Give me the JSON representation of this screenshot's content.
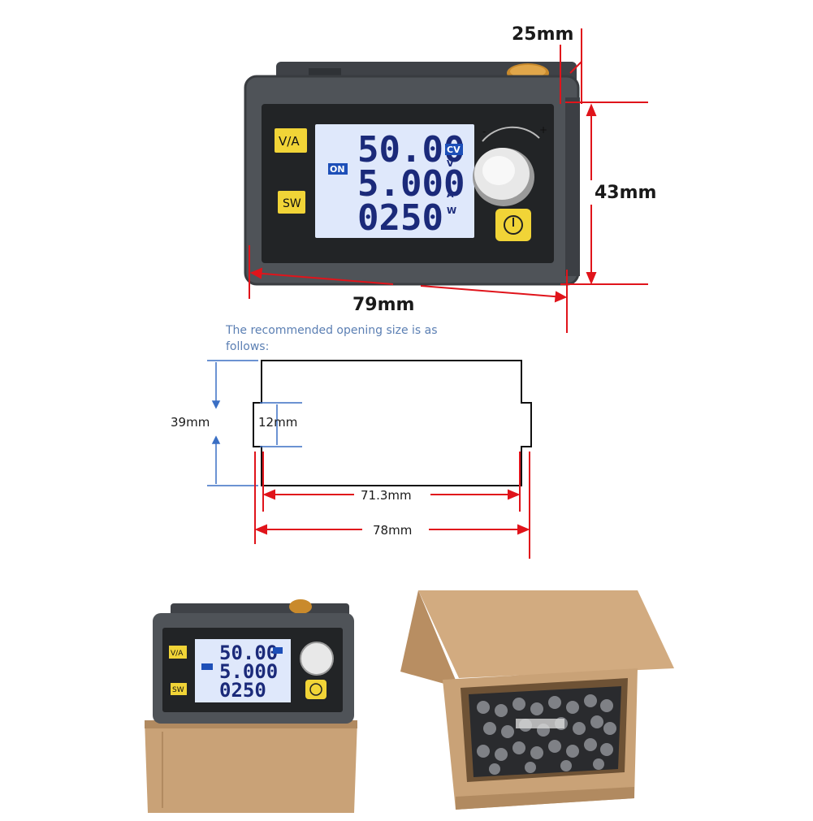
{
  "dimensions": {
    "depth": "25mm",
    "height": "43mm",
    "width": "79mm"
  },
  "opening": {
    "note": "The recommended opening size is as follows:",
    "height": "39mm",
    "notch": "12mm",
    "inner_width": "71.3mm",
    "outer_width": "78mm"
  },
  "display": {
    "voltage": "50.00",
    "current": "5.000",
    "power": "0250",
    "mode_badge": "CV",
    "on_badge": "ON",
    "unit_v": "V",
    "unit_a": "A",
    "unit_w": "W",
    "va_button": "V/A",
    "sw_button": "SW",
    "knob_minus": "-",
    "knob_plus": "+"
  },
  "colors": {
    "panel": "#4a4d52",
    "lcd": "#dfe8fb",
    "lcd_text": "#1b2a7a",
    "button_yellow": "#f1d437",
    "dimension_red": "#e0141b",
    "dimension_blue": "#3a6fc4",
    "cardboard": "#c9a277"
  }
}
